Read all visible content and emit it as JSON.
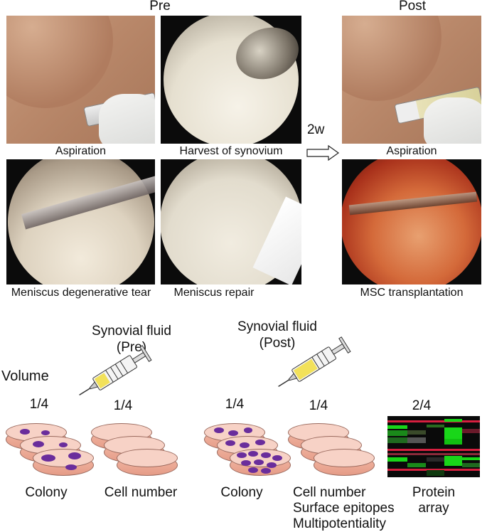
{
  "headers": {
    "pre": "Pre",
    "post": "Post"
  },
  "interval": "2w",
  "captions": {
    "aspiration_pre": "Aspiration",
    "harvest": "Harvest of synovium",
    "aspiration_post": "Aspiration",
    "tear": "Meniscus degenerative tear",
    "repair": "Meniscus repair",
    "msc": "MSC transplantation"
  },
  "syringes": {
    "pre_line1": "Synovial fluid",
    "pre_line2": "(Pre)",
    "post_line1": "Synovial fluid",
    "post_line2": "(Post)"
  },
  "volume_label": "Volume",
  "fractions": [
    "1/4",
    "1/4",
    "1/4",
    "1/4",
    "2/4"
  ],
  "bottom_labels": {
    "colony_pre": "Colony",
    "cell_number_pre": "Cell number",
    "colony_post": "Colony",
    "post_assays": [
      "Cell number",
      "Surface epitopes",
      "Multipotentiality"
    ],
    "protein": [
      "Protein",
      "array"
    ]
  },
  "colors": {
    "dish": "#f2b7a4",
    "colony": "#6a2d9c",
    "array_green": "#19d619",
    "array_red": "#d61f3f"
  }
}
